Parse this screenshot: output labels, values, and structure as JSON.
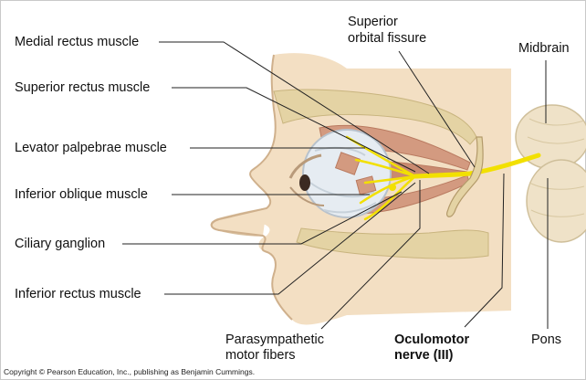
{
  "labels": {
    "medial_rectus": "Medial rectus muscle",
    "superior_rectus": "Superior rectus muscle",
    "levator_palpebrae": "Levator palpebrae muscle",
    "inferior_oblique": "Inferior oblique muscle",
    "ciliary_ganglion": "Ciliary ganglion",
    "inferior_rectus": "Inferior rectus muscle",
    "superior_orbital_fissure_line1": "Superior",
    "superior_orbital_fissure_line2": "orbital fissure",
    "midbrain": "Midbrain",
    "parasympathetic_line1": "Parasympathetic",
    "parasympathetic_line2": "motor fibers",
    "oculomotor_line1": "Oculomotor",
    "oculomotor_line2": "nerve (III)",
    "pons": "Pons"
  },
  "copyright": "Copyright © Pearson Education, Inc., publishing as Benjamin Cummings.",
  "colors": {
    "skin": "#f3dfc3",
    "bone": "#e4d3a4",
    "muscle": "#d39a80",
    "nerve": "#f2e000",
    "brain": "#efe2c8",
    "eye": "#e6ecf2"
  }
}
